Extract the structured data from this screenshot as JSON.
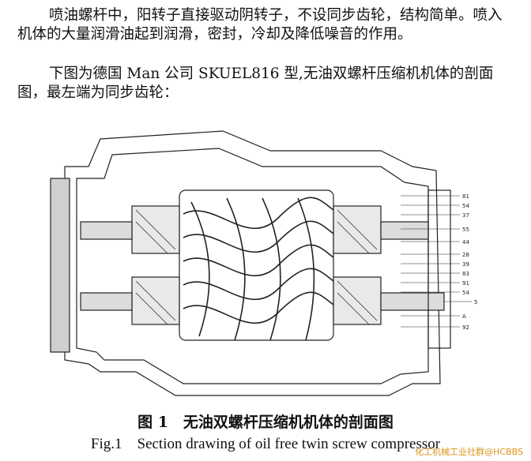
{
  "text": {
    "paragraph1": "喷油螺杆中，阳转子直接驱动阴转子，不设同步齿轮，结构简单。喷入机体的大量润滑油起到润滑，密封，冷却及降低噪音的作用。",
    "paragraph2": "下图为德国 Man 公司 SKUEL816 型,无油双螺杆压缩机机体的剖面图，最左端为同步齿轮："
  },
  "figure": {
    "caption_cn": "图 1　无油双螺杆压缩机机体的剖面图",
    "caption_en": "Fig.1　Section drawing of oil free twin screw compressor",
    "callouts": [
      "81",
      "54",
      "37",
      "55",
      "44",
      "28",
      "39",
      "83",
      "91",
      "54",
      "5",
      "A",
      "92"
    ]
  },
  "watermark": "化工机械工业社群@HCBBS"
}
